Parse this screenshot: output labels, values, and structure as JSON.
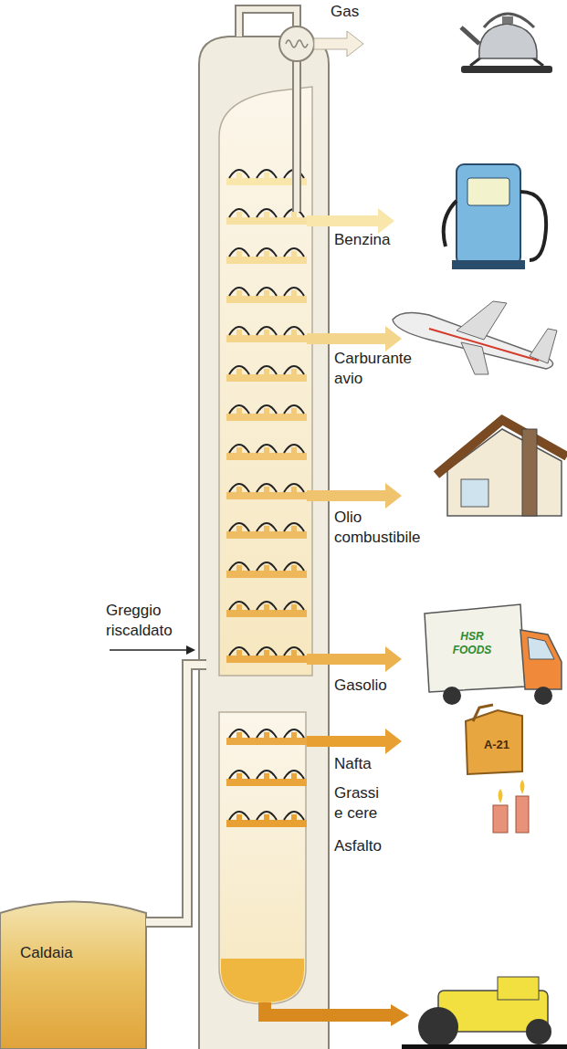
{
  "diagram": {
    "nodes": [
      {
        "text": [
          "Caldaia"
        ]
      }
    ],
    "labels": [
      "Gas",
      "Benzina",
      "Carburante avio",
      "Olio combustibile",
      "Greggio riscaldato",
      "Gasolio",
      "Nafta",
      "Grassi e cere",
      "Asfalto",
      "HSR FOODS",
      "A-21"
    ]
  }
}
